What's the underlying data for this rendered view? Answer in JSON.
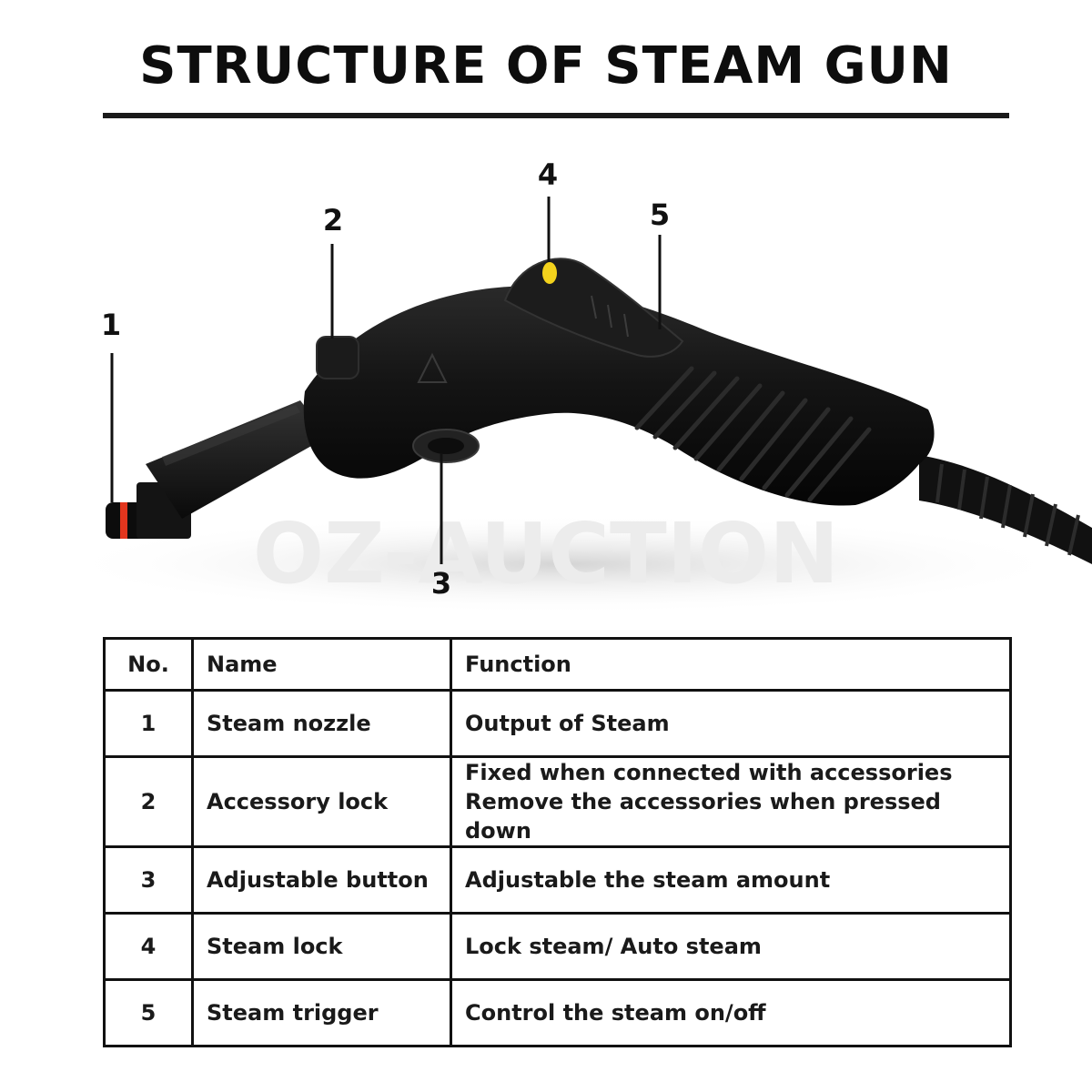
{
  "title": "STRUCTURE OF STEAM GUN",
  "watermark": "OZ-AUCTION",
  "callouts": [
    "1",
    "2",
    "3",
    "4",
    "5"
  ],
  "table": {
    "headers": {
      "no": "No.",
      "name": "Name",
      "function": "Function"
    },
    "rows": [
      {
        "no": "1",
        "name": "Steam nozzle",
        "function": [
          "Output of Steam"
        ]
      },
      {
        "no": "2",
        "name": "Accessory lock",
        "function": [
          "Fixed when connected with accessories",
          "Remove the accessories when pressed down"
        ]
      },
      {
        "no": "3",
        "name": "Adjustable button",
        "function": [
          "Adjustable the steam amount"
        ]
      },
      {
        "no": "4",
        "name": "Steam lock",
        "function": [
          "Lock steam/ Auto steam"
        ]
      },
      {
        "no": "5",
        "name": "Steam trigger",
        "function": [
          "Control the steam on/off"
        ]
      }
    ]
  },
  "colors": {
    "lock_indicator": "#f3d21c",
    "nozzle_ring": "#e2361e",
    "body": "#151515"
  }
}
